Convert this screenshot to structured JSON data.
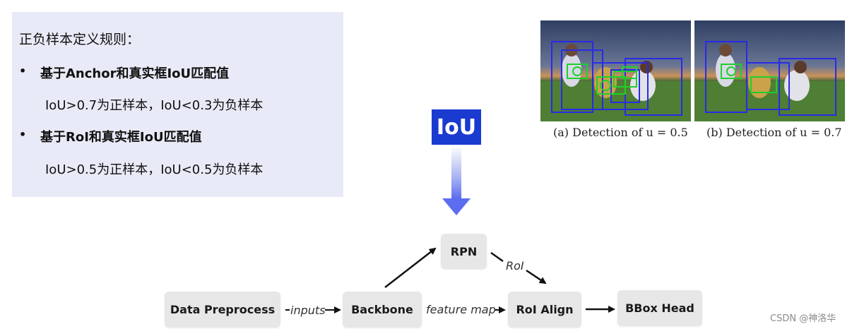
{
  "rules": {
    "title": "正负样本定义规则：",
    "bullets": [
      {
        "dot": "•",
        "heading": "基于Anchor和真实框IoU匹配值",
        "detail": "IoU>0.7为正样本，IoU<0.3为负样本"
      },
      {
        "dot": "•",
        "heading": "基于RoI和真实框IoU匹配值",
        "detail": "IoU>0.5为正样本，IoU<0.5为负样本"
      }
    ]
  },
  "iou_badge": {
    "label": "IoU",
    "color": "#1a3ad0"
  },
  "figures": [
    {
      "caption": "(a) Detection of u = 0.5"
    },
    {
      "caption": "(b) Detection of u = 0.7"
    }
  ],
  "pipeline": {
    "nodes": {
      "data_preprocess": "Data Preprocess",
      "backbone": "Backbone",
      "rpn": "RPN",
      "roi_align": "RoI Align",
      "bbox_head": "BBox Head"
    },
    "edges": {
      "inputs": "inputs",
      "feature_map": "feature map",
      "roi": "RoI"
    }
  },
  "watermark": "CSDN @神洛华"
}
